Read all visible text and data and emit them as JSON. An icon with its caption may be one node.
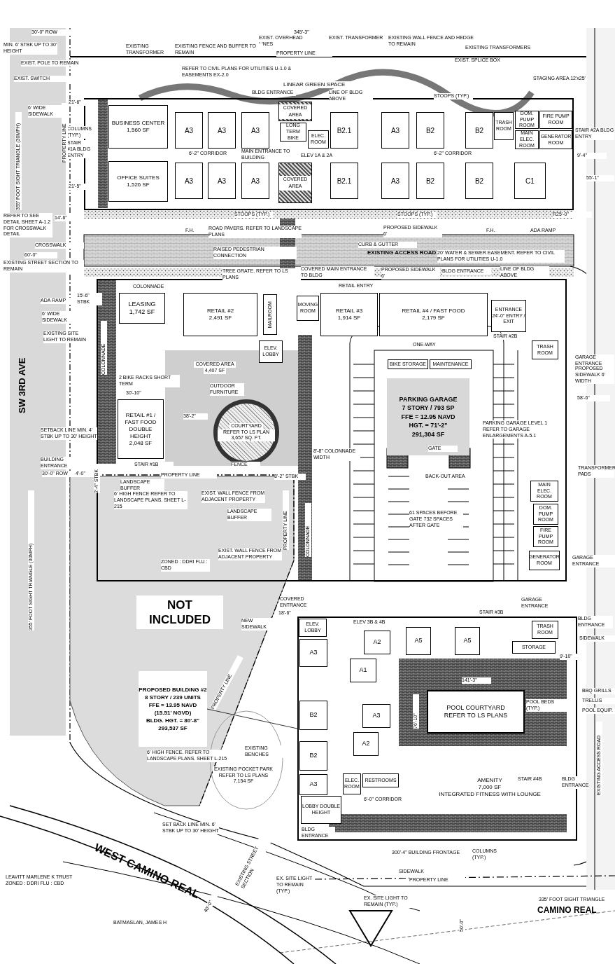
{
  "diagram": {
    "nodes": [
      {
        "text": [],
        "shape": "box"
      },
      {
        "text": [
          "BUSINESS CENTER",
          "1,560 SF"
        ],
        "in": 0
      },
      {
        "text": [
          "OFFICE SUITES",
          "1,526 SF"
        ],
        "in": 0
      },
      {
        "text": [
          "A3"
        ],
        "in": 0
      },
      {
        "text": [
          "A3"
        ],
        "in": 0
      },
      {
        "text": [
          "A3"
        ],
        "in": 0
      },
      {
        "text": [
          "COVERED AREA"
        ],
        "in": 0
      },
      {
        "text": [
          "LONG TERM BIKE"
        ],
        "in": 0
      },
      {
        "text": [
          "ELEC. ROOM"
        ],
        "in": 0
      },
      {
        "text": [
          "B2.1"
        ],
        "in": 0
      },
      {
        "text": [
          "A3"
        ],
        "in": 0
      },
      {
        "text": [
          "B2"
        ],
        "in": 0
      },
      {
        "text": [
          "B2"
        ],
        "in": 0
      },
      {
        "text": [
          "TRASH ROOM"
        ],
        "in": 0
      },
      {
        "text": [
          "DOM. PUMP ROOM"
        ],
        "in": 0
      },
      {
        "text": [
          "FIRE PUMP ROOM"
        ],
        "in": 0
      },
      {
        "text": [
          "MAIN ELEC. ROOM"
        ],
        "in": 0
      },
      {
        "text": [
          "GENERATOR ROOM"
        ],
        "in": 0
      },
      {
        "text": [
          "A3"
        ],
        "in": 0
      },
      {
        "text": [
          "A3"
        ],
        "in": 0
      },
      {
        "text": [
          "A3"
        ],
        "in": 0
      },
      {
        "text": [
          "COVERED AREA"
        ],
        "in": 0
      },
      {
        "text": [
          "B2.1"
        ],
        "in": 0
      },
      {
        "text": [
          "A3"
        ],
        "in": 0
      },
      {
        "text": [
          "B2"
        ],
        "in": 0
      },
      {
        "text": [
          "B2"
        ],
        "in": 0
      },
      {
        "text": [
          "C1"
        ],
        "in": 0
      },
      {
        "text": [],
        "shape": "box"
      },
      {
        "text": [
          "LEASING",
          "1,742 SF"
        ],
        "in": 27
      },
      {
        "text": [
          "RETAIL #2",
          "2,491 SF"
        ],
        "in": 27
      },
      {
        "text": [
          "MOVING ROOM"
        ],
        "in": 27
      },
      {
        "text": [
          "RETAIL #3",
          "1,914 SF"
        ],
        "in": 27
      },
      {
        "text": [
          "RETAIL #4 / FAST FOOD",
          "2,179 SF"
        ],
        "in": 27
      },
      {
        "text": [
          "MAILROOM"
        ],
        "in": 27
      },
      {
        "text": [
          "ELEV. LOBBY"
        ],
        "in": 27
      },
      {
        "text": [
          "RETAIL #1 / FAST FOOD",
          "DOUBLE HEIGHT",
          "2,048 SF"
        ],
        "in": 27
      },
      {
        "text": [
          "COVERED AREA",
          "4,407 SF"
        ],
        "in": 27
      },
      {
        "text": [
          "COURTYARD",
          "REFER TO LS PLAN 3,657 SQ. FT."
        ],
        "in": 27
      },
      {
        "text": [
          "PARKING GARAGE",
          "7 STORY / 793 SP",
          "FFE = 12.95 NAVD",
          "HGT. = 71'-2\"",
          "291,304 SF"
        ],
        "in": 27
      },
      {
        "text": [
          "BIKE STORAGE"
        ],
        "in": 27
      },
      {
        "text": [
          "MAINTENANCE"
        ],
        "in": 27
      },
      {
        "text": [
          "ENTRANCE",
          "24'-0\" ENTRY / EXIT"
        ],
        "in": 27
      },
      {
        "text": [
          "TRASH ROOM"
        ],
        "in": 27
      },
      {
        "text": [
          "MAIN ELEC. ROOM"
        ],
        "in": 27
      },
      {
        "text": [
          "DOM. PUMP ROOM"
        ],
        "in": 27
      },
      {
        "text": [
          "FIRE PUMP ROOM"
        ],
        "in": 27
      },
      {
        "text": [
          "GENERATOR ROOM"
        ],
        "in": 27
      },
      {
        "text": [
          "NOT INCLUDED"
        ]
      },
      {
        "text": [],
        "shape": "box"
      },
      {
        "text": [
          "ELEV. LOBBY"
        ],
        "in": 48
      },
      {
        "text": [
          "A3"
        ],
        "in": 48
      },
      {
        "text": [
          "B2"
        ],
        "in": 48
      },
      {
        "text": [
          "B2"
        ],
        "in": 48
      },
      {
        "text": [
          "A3"
        ],
        "in": 48
      },
      {
        "text": [
          "A1"
        ],
        "in": 48
      },
      {
        "text": [
          "A2"
        ],
        "in": 48
      },
      {
        "text": [
          "A3"
        ],
        "in": 48
      },
      {
        "text": [
          "A2"
        ],
        "in": 48
      },
      {
        "text": [
          "A5"
        ],
        "in": 48
      },
      {
        "text": [
          "A5"
        ],
        "in": 48
      },
      {
        "text": [
          "STORAGE"
        ],
        "in": 48
      },
      {
        "text": [
          "TRASH ROOM"
        ],
        "in": 48
      },
      {
        "text": [
          "POOL COURTYARD",
          "REFER TO LS PLANS"
        ],
        "in": 48
      },
      {
        "text": [
          "AMENITY",
          "7,000 SF",
          "INTEGRATED FITNESS WITH LOUNGE"
        ],
        "in": 48
      },
      {
        "text": [
          "RESTROOMS"
        ],
        "in": 48
      },
      {
        "text": [
          "ELEC. ROOM"
        ],
        "in": 48
      },
      {
        "text": [
          "LOBBY DOUBLE HEIGHT"
        ],
        "in": 48
      },
      {
        "text": [
          "PROPOSED BUILDING #2",
          "8 STORY / 239 UNITS",
          "FFE = 13.95 NAVD",
          "(15.51' NGVD)",
          "BLDG. HGT. = 80'-8\"",
          "293,537 SF"
        ]
      },
      {
        "text": [
          "EXISTING POCKET PARK",
          "REFER TO LS PLANS",
          "7,154 SF"
        ]
      }
    ],
    "edges": [
      {
        "from": 67,
        "to": 48,
        "arrow": "none"
      }
    ],
    "labels": [
      "30'-0\" ROW",
      "345'-3\"",
      "EXIST. OVERHEAD LINES",
      "EXIST. TRANSFORMER",
      "EXISTING WALL FENCE AND HEDGE TO REMAIN",
      "EXISTING TRANSFORMER",
      "EXISTING FENCE AND BUFFER TO REMAIN",
      "EXISTING TRANSFORMERS",
      "PROPERTY LINE",
      "EXIST. SPLICE BOX",
      "MIN. 6' STBK UP TO 30' HEIGHT",
      "EXIST. POLE TO REMAIN",
      "EXIST. SWITCH",
      "REFER TO CIVIL PLANS FOR UTILITIES U-1.0 & EASEMENTS EX-2.0",
      "LINEAR GREEN SPACE",
      "STAGING AREA 12'x25'",
      "BLDG ENTRANCE",
      "LINE OF BLDG ABOVE",
      "STOOPS (TYP.)",
      "21'-6\"",
      "6' WIDE SIDEWALK",
      "COLUMNS (TYP.)",
      "STAIR #1A BLDG ENTRY",
      "6'-2\" CORRIDOR",
      "MAIN ENTRANCE TO BUILDING",
      "ELEV 1A & 2A",
      "6'-2\" CORRIDOR",
      "STAIR #2A BLDG ENTRY",
      "9'-4\"",
      "55'-1\"",
      "21'-5\"",
      "STOOPS (TYP.)",
      "STOOPS (TYP.)",
      "R25'-0\"",
      "355' FOOT SIGHT TRIANGLE (30MPH)",
      "PROPERTY LINE",
      "REFER TO SEE DETAIL SHEET A-1.2 FOR CROSSWALK DETAIL",
      "14'-6\"",
      "CROSSWALK",
      "60'-0\"",
      "EXISTING STREET SECTION TO REMAIN",
      "F.H.",
      "ROAD PAVERS. REFER TO LANDSCAPE PLANS",
      "PROPOSED SIDEWALK 6'",
      "F.H.",
      "ADA RAMP",
      "RAISED PEDESTRIAN CONNECTION",
      "CURB & GUTTER",
      "EXISTING ACCESS ROAD",
      "20' WATER & SEWER EASEMENT. REFER TO CIVIL PLANS FOR UTILITIES U-1.0",
      "TREE GRATE. REFER TO LS PLANS",
      "COVERED MAIN ENTRANCE TO BLDG",
      "PROPOSED SIDEWALK 6'",
      "BLDG ENTRANCE",
      "LINE OF BLDG ABOVE",
      "COLONNADE",
      "RETAIL ENTRY",
      "ADA RAMP",
      "15'-6\" STBK",
      "6' WIDE SIDEWALK",
      "EXISTING SITE LIGHT TO REMAIN",
      "SW 3RD AVE",
      "STAIR #2B",
      "ONE-WAY",
      "GARAGE ENTRANCE",
      "PROPOSED SIDEWALK 6' WIDTH",
      "2 BIKE RACKS SHORT TERM",
      "30'-10\"",
      "OUTDOOR FURNITURE",
      "38'-2\"",
      "8'-8\" COLONNADE WIDTH",
      "PARKING GARAGE LEVEL 1 REFER TO GARAGE ENLARGEMENTS A-5.1",
      "58'-6\"",
      "GATE",
      "SETBACK LINE MIN. 4' STBK UP TO 30' HEIGHT",
      "BUILDING ENTRANCE",
      "STAIR #1B",
      "FENCE",
      "30'-0\" ROW",
      "4'-0\"",
      "PROPERTY LINE",
      "BACK-OUT AREA",
      "TRANSFORMER PADS",
      "LANDSCAPE BUFFER",
      "8'-2\" STBK",
      "2'-4\" STBK",
      "6' HIGH FENCE REFER TO LANDSCAPE PLANS. SHEET L-215",
      "EXIST. WALL FENCE FROM ADJACENT PROPERTY",
      "LANDSCAPE BUFFER",
      "61 SPACES BEFORE GATE 732 SPACES AFTER GATE",
      "PROPERTY LINE",
      "EXIST. WALL FENCE FROM ADJACENT PROPERTY",
      "GARAGE ENTRANCE",
      "ZONED : DDRI FLU : CBD",
      "355' FOOT SIGHT TRIANGLE (30MPH)",
      "COVERED ENTRANCE",
      "GARAGE ENTRANCE",
      "NEW SIDEWALK",
      "18'-6\"",
      "ELEV 3B & 4B",
      "STAIR #3B",
      "BLDG ENTRANCE",
      "PROPERTY LINE",
      "SIDEWALK",
      "9'-10\"",
      "BBQ GRILLS",
      "TRELLIS",
      "POOL EQUIP.",
      "141'-3\"",
      "76'-10\"",
      "POOL BEDS (TYP.)",
      "6' HIGH FENCE. REFER TO LANDSCAPE PLANS. SHEET L-215",
      "EXISTING BENCHES",
      "STAIR #4B",
      "BLDG ENTRANCE",
      "6'-0\" CORRIDOR",
      "SET BACK LINE MIN. 6' STBK UP TO 30' HEIGHT",
      "BLDG ENTRANCE",
      "WEST CAMINO REAL",
      "300'-4\" BUILDING FRONTAGE",
      "COLUMNS (TYP.)",
      "EXISTING STREET SECTION",
      "40'-0\"",
      "EX. SITE LIGHT TO REMAIN (TYP.)",
      "SIDEWALK",
      "PROPERTY LINE",
      "LEAVITT MARLENE K TRUST ZONED : DDRI FLU : CBD",
      "EX. SITE LIGHT TO REMAIN (TYP.)",
      "335' FOOT SIGHT TRIANGLE",
      "CAMINO REAL",
      "50'-0\"",
      "BATMASLAN, JAMES H",
      "EXISTING ACCESS ROAD",
      "COLONNADE",
      "COLONNADE"
    ]
  }
}
